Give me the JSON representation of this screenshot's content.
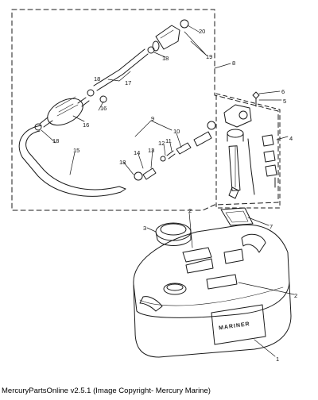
{
  "callouts": [
    "1",
    "2",
    "2",
    "3",
    "4",
    "5",
    "6",
    "7",
    "8",
    "9",
    "10",
    "11",
    "12",
    "13",
    "14",
    "15",
    "16",
    "16",
    "17",
    "18",
    "18",
    "18",
    "18",
    "19",
    "20"
  ],
  "tank": {
    "brand_label": "MARINER"
  },
  "caption": "MercuryPartsOnline v2.5.1 (Image Copyright- Mercury Marine)",
  "colors": {
    "line": "#1a1a1a",
    "background": "#ffffff"
  }
}
